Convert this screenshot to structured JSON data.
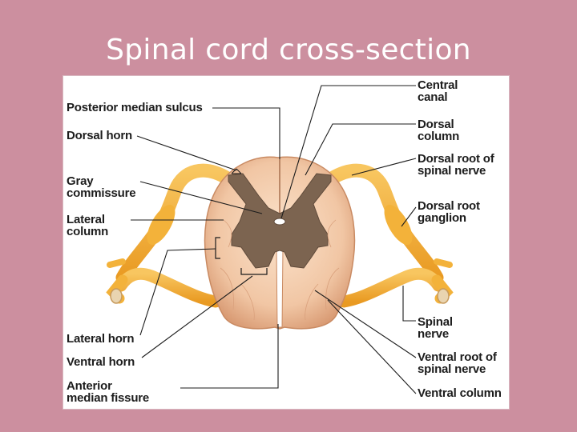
{
  "slide": {
    "title": "Spinal cord cross-section"
  },
  "labels": {
    "posterior_median_sulcus": "Posterior median sulcus",
    "dorsal_horn": "Dorsal horn",
    "gray_commissure": "Gray\ncommissure",
    "lateral_column": "Lateral\ncolumn",
    "lateral_horn": "Lateral horn",
    "ventral_horn": "Ventral horn",
    "anterior_median_fissure": "Anterior\nmedian fissure",
    "central_canal": "Central\ncanal",
    "dorsal_column": "Dorsal\ncolumn",
    "dorsal_root": "Dorsal root of\nspinal nerve",
    "dorsal_root_ganglion": "Dorsal root\nganglion",
    "spinal_nerve": "Spinal\nnerve",
    "ventral_root": "Ventral root of\nspinal nerve",
    "ventral_column": "Ventral column"
  },
  "colors": {
    "background": "#cc8f9f",
    "white_matter": "#f1c6a4",
    "gray_matter": "#7c6450",
    "nerve": "#f3b23a",
    "leader_line": "#1c1c1c"
  }
}
